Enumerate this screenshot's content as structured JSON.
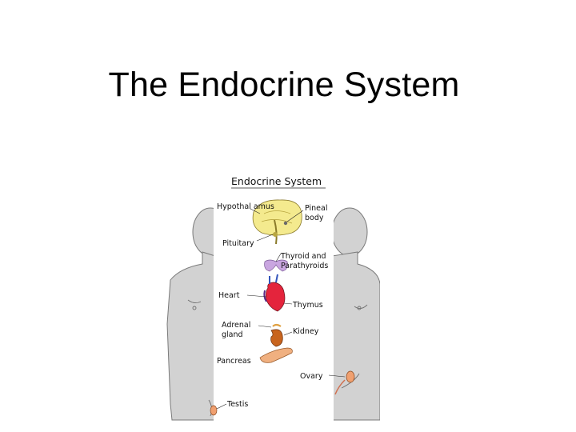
{
  "slide": {
    "title": "The Endocrine System"
  },
  "figure": {
    "title": "Endocrine System",
    "labels": {
      "hypothalamus": "Hypothal amus",
      "pineal_line1": "Pineal",
      "pineal_line2": "body",
      "pituitary": "Pituitary",
      "thyroid_line1": "Thyroid and",
      "thyroid_line2": "Parathyroids",
      "heart": "Heart",
      "thymus": "Thymus",
      "adrenal_line1": "Adrenal",
      "adrenal_line2": "gland",
      "kidney": "Kidney",
      "pancreas": "Pancreas",
      "ovary": "Ovary",
      "testis": "Testis"
    }
  },
  "colors": {
    "brain": "#f4ea8e",
    "thyroid": "#c9a6e0",
    "heart": "#e4243c",
    "kidney": "#c8641e",
    "pancreas": "#f0b080",
    "body": "#d2d2d2"
  }
}
